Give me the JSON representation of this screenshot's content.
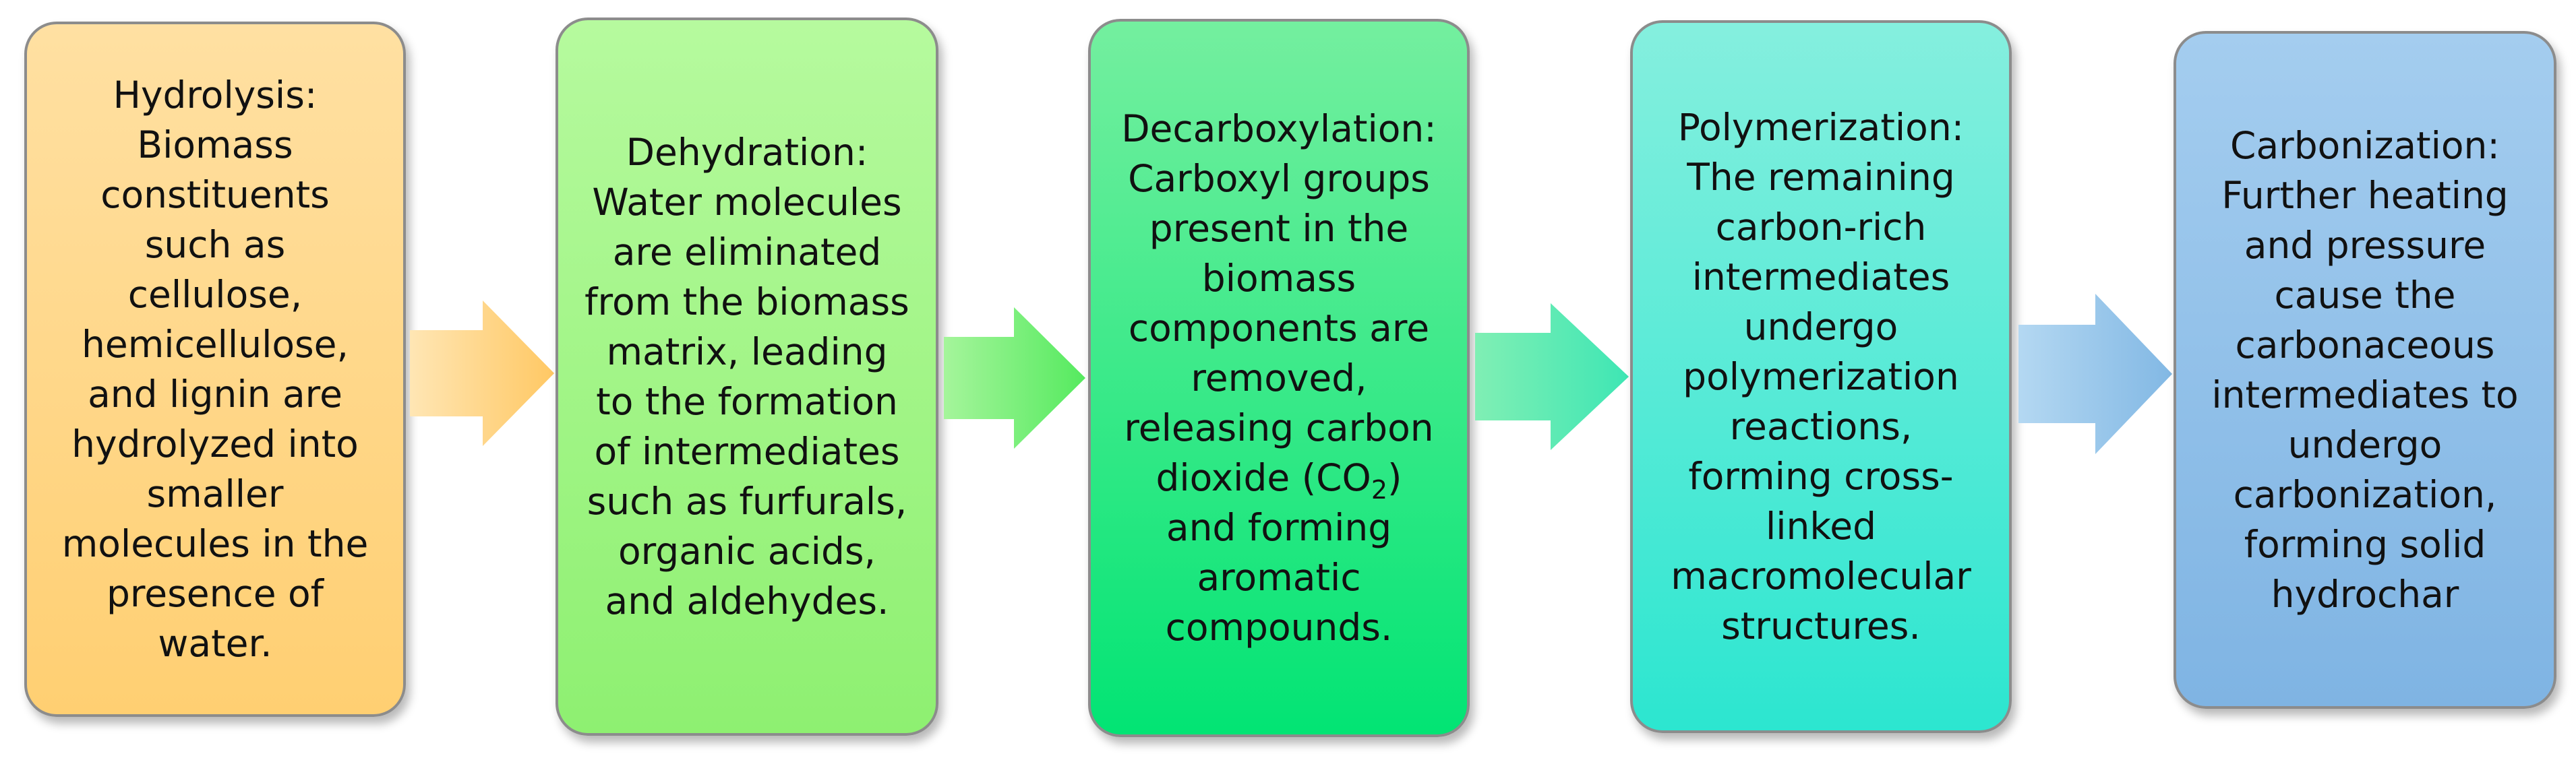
{
  "steps": [
    {
      "title": "Hydrolysis:",
      "body": "Biomass constituents such as cellulose, hemicellulose, and lignin are hydrolyzed into smaller molecules in the presence of water."
    },
    {
      "title": "Dehydration:",
      "body": "Water molecules are eliminated from the biomass matrix, leading to the formation of intermediates such as furfurals, organic acids, and aldehydes."
    },
    {
      "title": "Decarboxylation:",
      "body_before": "Carboxyl groups present in the biomass components are removed, releasing carbon dioxide (CO",
      "body_sub": "2",
      "body_after": ") and forming aromatic compounds."
    },
    {
      "title": "Polymerization:",
      "body": "The remaining carbon-rich intermediates undergo polymerization reactions, forming cross-linked macromolecular structures."
    },
    {
      "title": "Carbonization:",
      "body": "Further heating and pressure cause the carbonaceous intermediates to undergo carbonization, forming solid hydrochar"
    }
  ],
  "colors": {
    "box1": [
      "#ffe0a2",
      "#ffcf72"
    ],
    "box2": [
      "#b6fa9e",
      "#8ef071"
    ],
    "box3": [
      "#74ef9f",
      "#02e474"
    ],
    "box4": [
      "#85efde",
      "#2ce6d0"
    ],
    "box5": [
      "#a4cdef",
      "#7fb4e3"
    ],
    "arrow1": [
      "#ffe6b4",
      "#ffc864"
    ],
    "arrow2": [
      "#a5f59b",
      "#55ea5f"
    ],
    "arrow3": [
      "#80efb4",
      "#3ee6b4"
    ],
    "arrow4": [
      "#b4d8f2",
      "#82b8e4"
    ]
  }
}
